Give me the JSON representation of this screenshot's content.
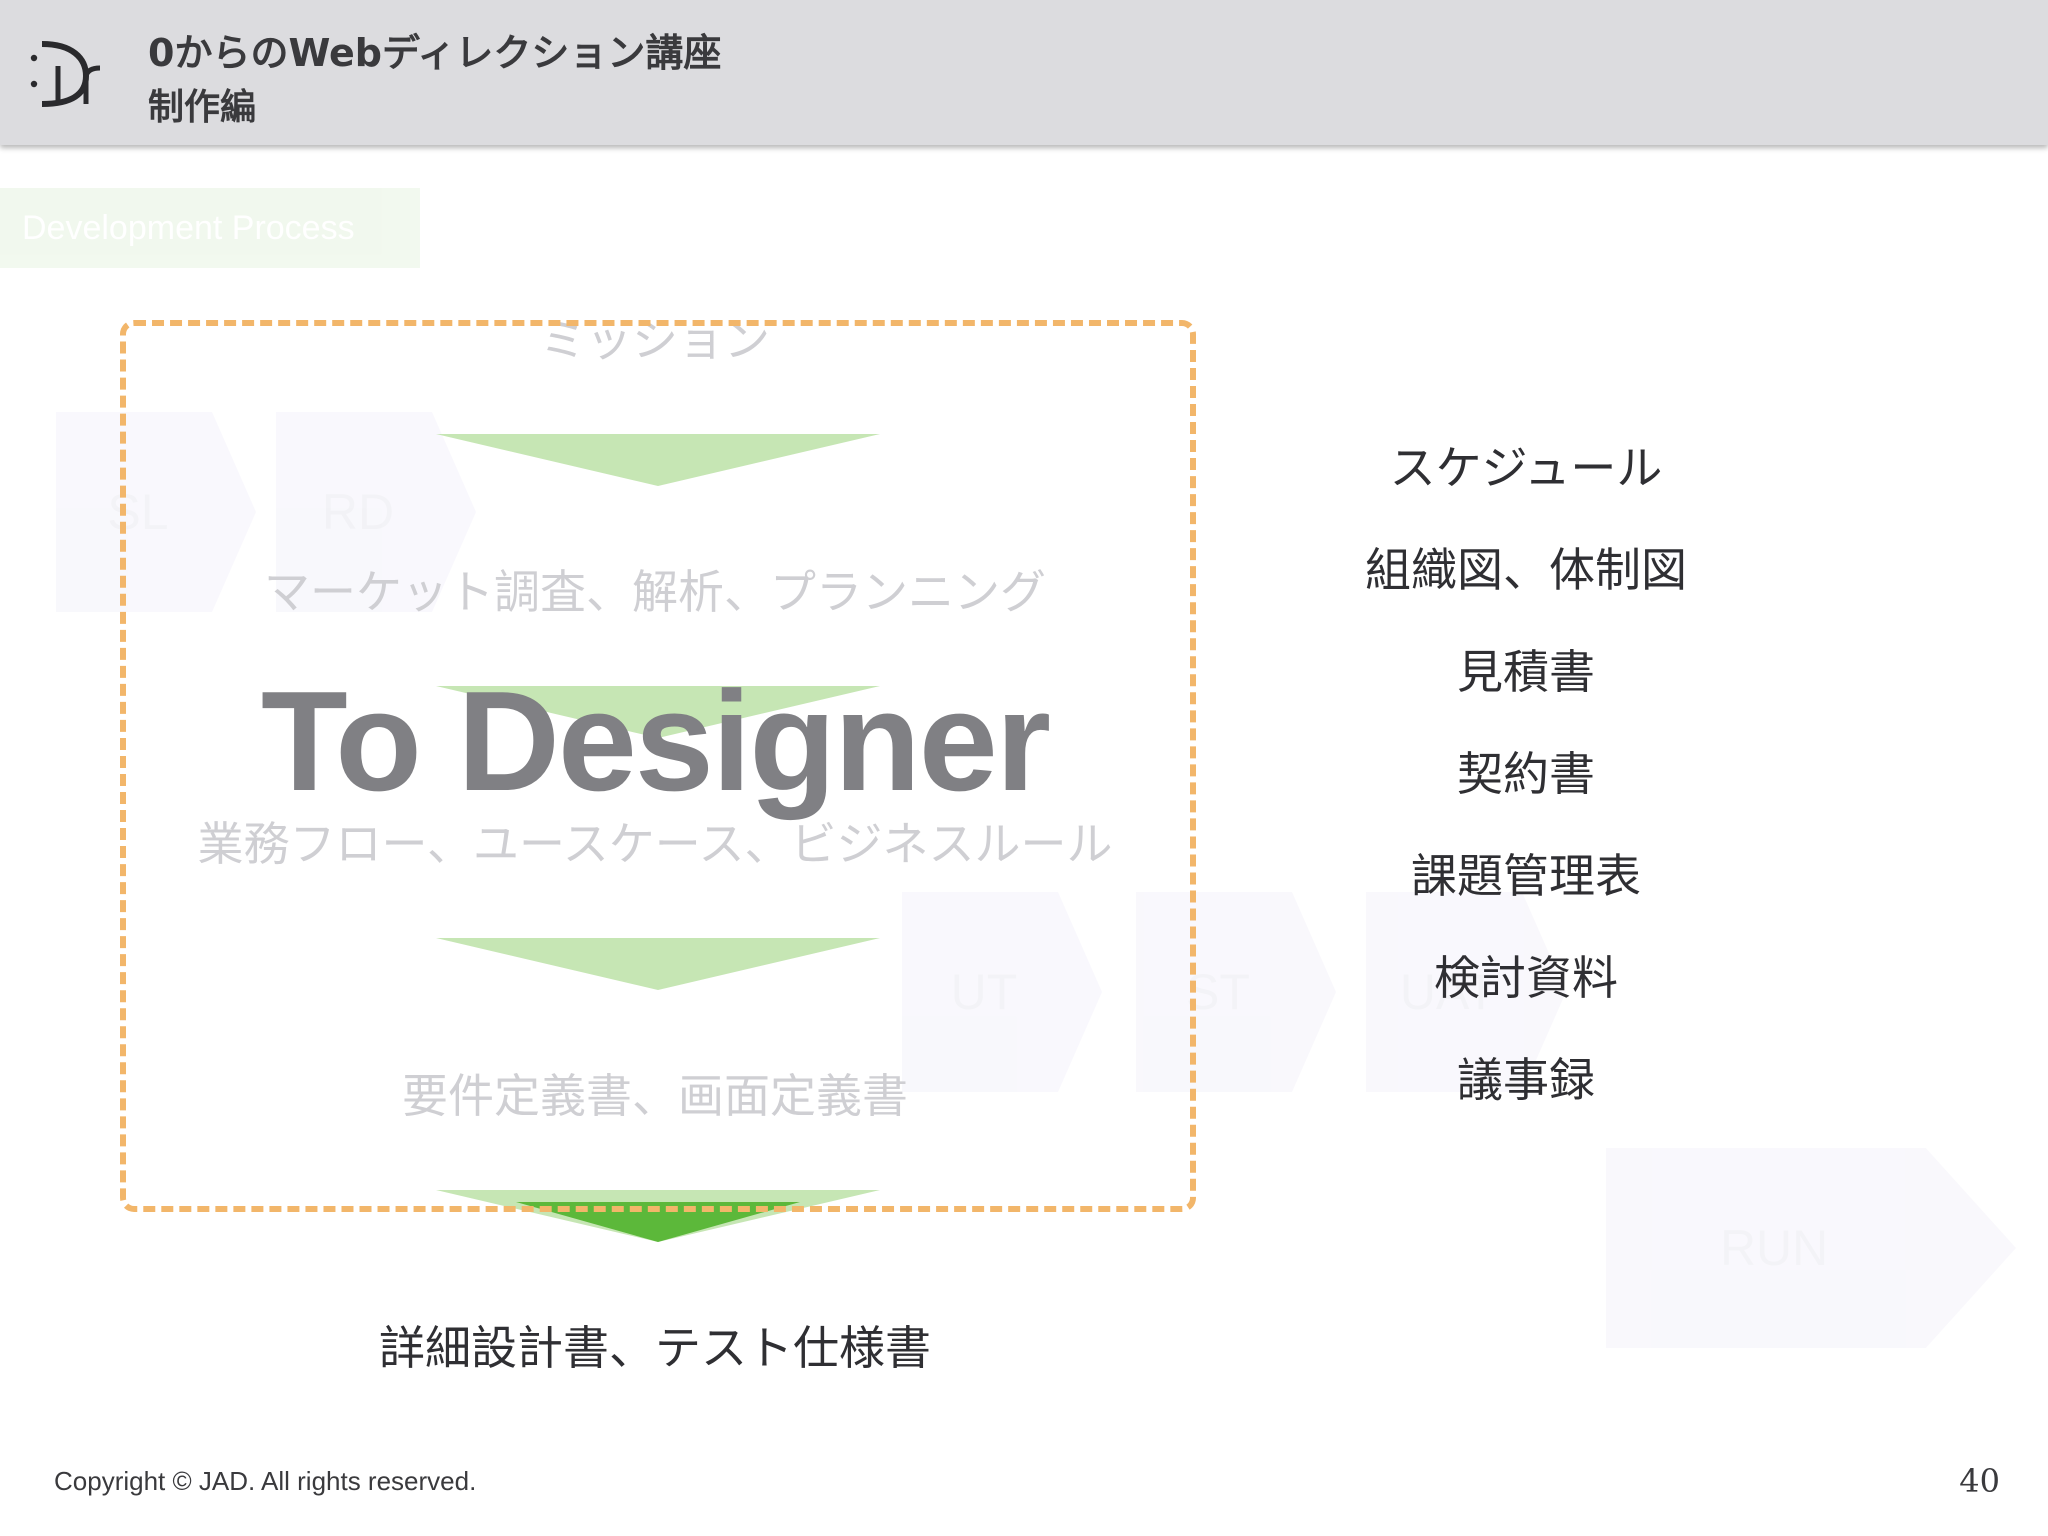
{
  "header": {
    "title": "0からのWebディレクション講座",
    "subtitle": "制作編"
  },
  "background": {
    "tag": "Development Process",
    "phases": [
      "SL",
      "RD",
      "UT",
      "ST",
      "UAT",
      "RUN"
    ]
  },
  "flow": {
    "steps": [
      "ミッション",
      "マーケット調査、解析、プランニング",
      "業務フロー、ユースケース、ビジネスルール",
      "要件定義書、画面定義書",
      "詳細設計書、テスト仕様書"
    ],
    "highlight": "To Designer"
  },
  "documents": [
    "スケジュール",
    "組織図、体制図",
    "見積書",
    "契約書",
    "課題管理表",
    "検討資料",
    "議事録"
  ],
  "footer": {
    "copyright": "Copyright © JAD. All rights reserved.",
    "page_number": "40"
  },
  "colors": {
    "arrow_light": "#c6e6b4",
    "arrow_strong": "#5cb83a",
    "dash_border": "#f2b66a",
    "header_bg": "#dcdcdf"
  }
}
